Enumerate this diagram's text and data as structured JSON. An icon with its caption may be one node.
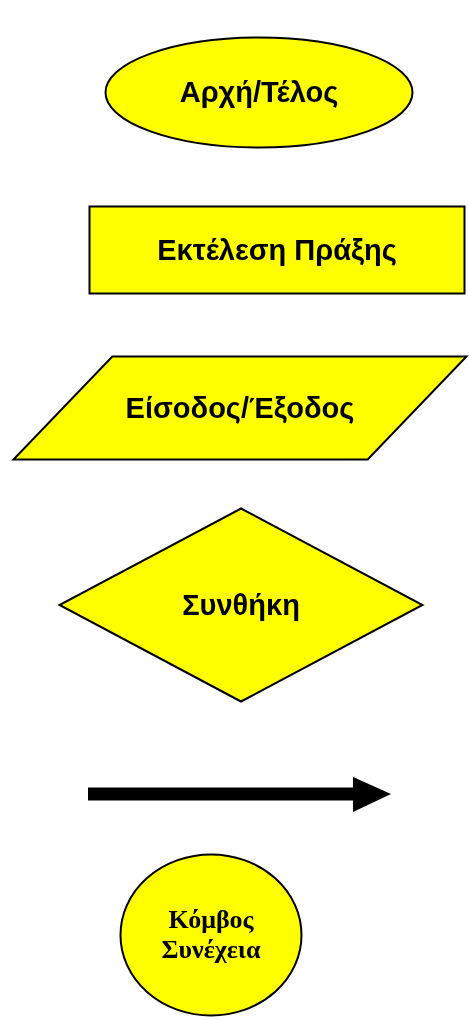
{
  "diagram": {
    "nodes": [
      {
        "text": [
          "Αρχή/Τέλος"
        ]
      },
      {
        "text": [
          "Εκτέλεση Πράξης"
        ]
      },
      {
        "text": [
          "Είσοδος/Έξοδος"
        ]
      },
      {
        "text": [
          "Συνθήκη"
        ]
      },
      {
        "text": [
          "Κόμβος Συνέχεια"
        ]
      }
    ]
  }
}
